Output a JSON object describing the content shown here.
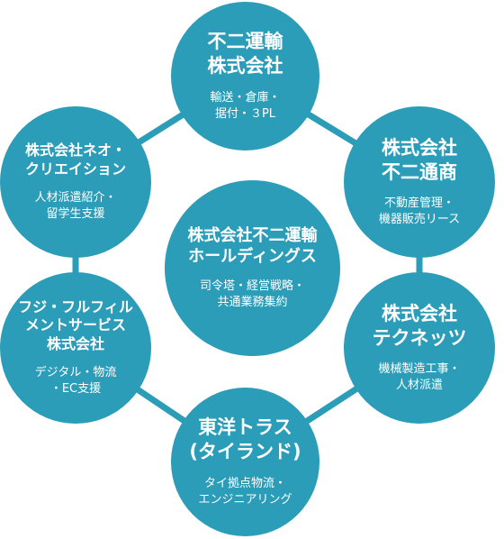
{
  "colors": {
    "node_fill": "#2b9db8",
    "connector": "#2b9db8",
    "text": "#ffffff"
  },
  "center": {
    "title": "株式会社不二運輸\nホールディングス",
    "desc": "司令塔・経営戦略・\n共通業務集約"
  },
  "nodes": {
    "top": {
      "title": "不二運輸\n株式会社",
      "desc": "輸送・倉庫・\n据付・３PL"
    },
    "ur": {
      "title": "株式会社\n不二通商",
      "desc": "不動産管理・\n機器販売リース"
    },
    "lr": {
      "title": "株式会社\nテクネッツ",
      "desc": "機械製造工事・\n人材派遣"
    },
    "bottom": {
      "title": "東洋トラス\n(タイランド)",
      "desc": "タイ拠点物流・\nエンジニアリング"
    },
    "ll": {
      "title": "フジ・フルフィル\nメントサービス\n株式会社",
      "desc": "デジタル・物流\n・EC支援"
    },
    "ul": {
      "title": "株式会社ネオ・\nクリエイション",
      "desc": "人材派遣紹介・\n留学生支援"
    }
  }
}
